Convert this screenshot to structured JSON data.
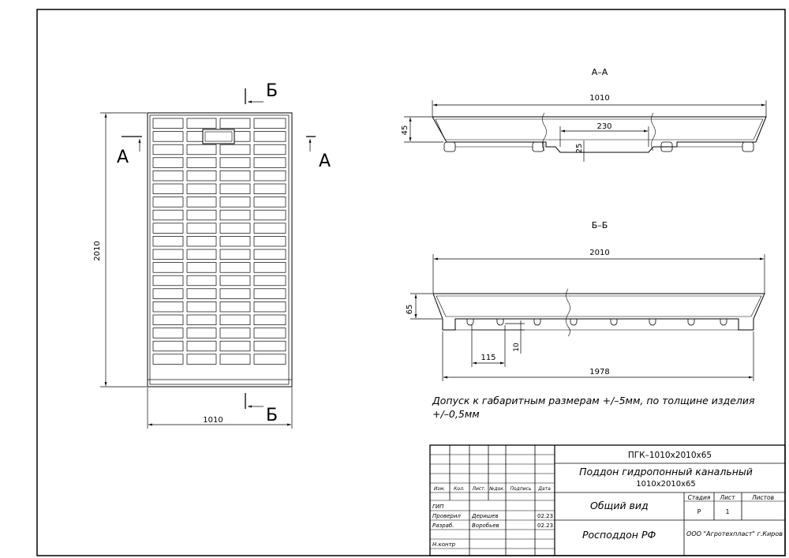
{
  "plan": {
    "dim_width": "1010",
    "dim_height": "2010",
    "section_a_letter": "А",
    "section_b_letter": "Б"
  },
  "section_aa": {
    "title": "А–А",
    "dim_total": "1010",
    "dim_height": "45",
    "dim_channel_width": "230",
    "dim_channel_depth": "25"
  },
  "section_bb": {
    "title": "Б–Б",
    "dim_total": "2010",
    "dim_height": "65",
    "dim_foot_spacing": "115",
    "dim_foot_height": "10",
    "dim_bottom": "1978"
  },
  "note": {
    "line1": "Допуск к габаритным размерам +/–5мм, по толщине изделия",
    "line2": "+/–0,5мм"
  },
  "title_block": {
    "designation": "ПГК–1010х2010х65",
    "product_name": "Поддон гидропонный канальный",
    "product_size": "1010х2010х65",
    "view_name": "Общий вид",
    "company": "Росподдон РФ",
    "org": "ООО \"Агротехпласт\" г.Киров",
    "col_headers": [
      "Изм.",
      "Кол.",
      "Лист.",
      "№док.",
      "Подпись",
      "Дата"
    ],
    "stage_header": "Стадия",
    "sheet_header": "Лист",
    "sheets_header": "Листов",
    "stage_value": "Р",
    "sheet_value": "1",
    "sheets_value": "",
    "roles": [
      {
        "role": "ГИП",
        "name": "",
        "date": ""
      },
      {
        "role": "Проверил",
        "name": "Деришев",
        "date": "02.23"
      },
      {
        "role": "Разраб.",
        "name": "Воробьев",
        "date": "02.23"
      },
      {
        "role": "",
        "name": "",
        "date": ""
      },
      {
        "role": "Н.контр",
        "name": "",
        "date": ""
      }
    ]
  }
}
